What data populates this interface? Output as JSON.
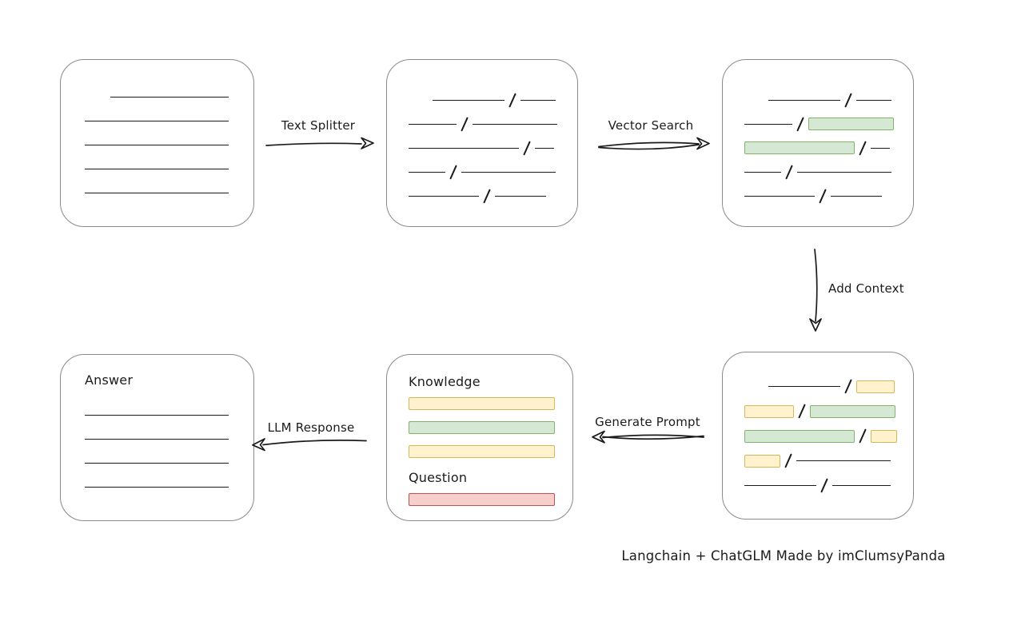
{
  "caption": "Langchain + ChatGLM Made by imClumsyPanda",
  "colors": {
    "green_fill": "#d5e8d4",
    "green_border": "#82b366",
    "yellow_fill": "#fff2cc",
    "yellow_border": "#d6b656",
    "red_fill": "#f8cecc",
    "red_border": "#b85450",
    "box_border": "#8a8a8a",
    "ink": "#1b1b1b"
  },
  "arrows": {
    "text_splitter": {
      "label": "Text Splitter"
    },
    "vector_search": {
      "label": "Vector Search"
    },
    "add_context": {
      "label": "Add Context"
    },
    "generate_prompt": {
      "label": "Generate Prompt"
    },
    "llm_response": {
      "label": "LLM Response"
    }
  },
  "nodes": {
    "source_document": {
      "rows": [
        [
          {
            "t": "gap",
            "w": 32
          },
          {
            "t": "line",
            "w": 148
          }
        ],
        [
          {
            "t": "line",
            "w": 180
          }
        ],
        [
          {
            "t": "line",
            "w": 180
          }
        ],
        [
          {
            "t": "line",
            "w": 180
          }
        ],
        [
          {
            "t": "line",
            "w": 180
          }
        ]
      ]
    },
    "split_chunks": {
      "rows": [
        [
          {
            "t": "gap",
            "w": 30
          },
          {
            "t": "line",
            "w": 90
          },
          {
            "t": "slash"
          },
          {
            "t": "line",
            "w": 44
          }
        ],
        [
          {
            "t": "line",
            "w": 60
          },
          {
            "t": "slash"
          },
          {
            "t": "line",
            "w": 106
          }
        ],
        [
          {
            "t": "line",
            "w": 138
          },
          {
            "t": "slash"
          },
          {
            "t": "line",
            "w": 24
          }
        ],
        [
          {
            "t": "line",
            "w": 46
          },
          {
            "t": "slash"
          },
          {
            "t": "line",
            "w": 118
          }
        ],
        [
          {
            "t": "line",
            "w": 88
          },
          {
            "t": "slash"
          },
          {
            "t": "line",
            "w": 64
          }
        ]
      ]
    },
    "vector_search_result": {
      "rows": [
        [
          {
            "t": "gap",
            "w": 30
          },
          {
            "t": "line",
            "w": 90
          },
          {
            "t": "slash"
          },
          {
            "t": "line",
            "w": 44
          }
        ],
        [
          {
            "t": "line",
            "w": 60
          },
          {
            "t": "slash"
          },
          {
            "t": "green",
            "w": 107
          }
        ],
        [
          {
            "t": "green",
            "w": 138
          },
          {
            "t": "slash"
          },
          {
            "t": "line",
            "w": 24
          }
        ],
        [
          {
            "t": "line",
            "w": 46
          },
          {
            "t": "slash"
          },
          {
            "t": "line",
            "w": 118
          }
        ],
        [
          {
            "t": "line",
            "w": 88
          },
          {
            "t": "slash"
          },
          {
            "t": "line",
            "w": 64
          }
        ]
      ]
    },
    "context_chunks": {
      "rows": [
        [
          {
            "t": "gap",
            "w": 30
          },
          {
            "t": "line",
            "w": 90
          },
          {
            "t": "slash"
          },
          {
            "t": "yellow",
            "w": 48
          }
        ],
        [
          {
            "t": "yellow",
            "w": 62
          },
          {
            "t": "slash"
          },
          {
            "t": "green",
            "w": 107
          }
        ],
        [
          {
            "t": "green",
            "w": 138
          },
          {
            "t": "slash"
          },
          {
            "t": "yellow",
            "w": 33
          }
        ],
        [
          {
            "t": "yellow",
            "w": 45
          },
          {
            "t": "slash"
          },
          {
            "t": "line",
            "w": 118
          }
        ],
        [
          {
            "t": "line",
            "w": 90
          },
          {
            "t": "slash"
          },
          {
            "t": "line",
            "w": 73
          }
        ]
      ]
    },
    "prompt": {
      "knowledge_label": "Knowledge",
      "question_label": "Question",
      "knowledge_rows": [
        [
          {
            "t": "yellow",
            "w": 183
          }
        ],
        [
          {
            "t": "green",
            "w": 183
          }
        ],
        [
          {
            "t": "yellow",
            "w": 183
          }
        ]
      ],
      "question_rows": [
        [
          {
            "t": "red",
            "w": 183
          }
        ]
      ]
    },
    "answer": {
      "label": "Answer",
      "rows": [
        [
          {
            "t": "line",
            "w": 180
          }
        ],
        [
          {
            "t": "line",
            "w": 180
          }
        ],
        [
          {
            "t": "line",
            "w": 180
          }
        ],
        [
          {
            "t": "line",
            "w": 180
          }
        ]
      ]
    }
  }
}
